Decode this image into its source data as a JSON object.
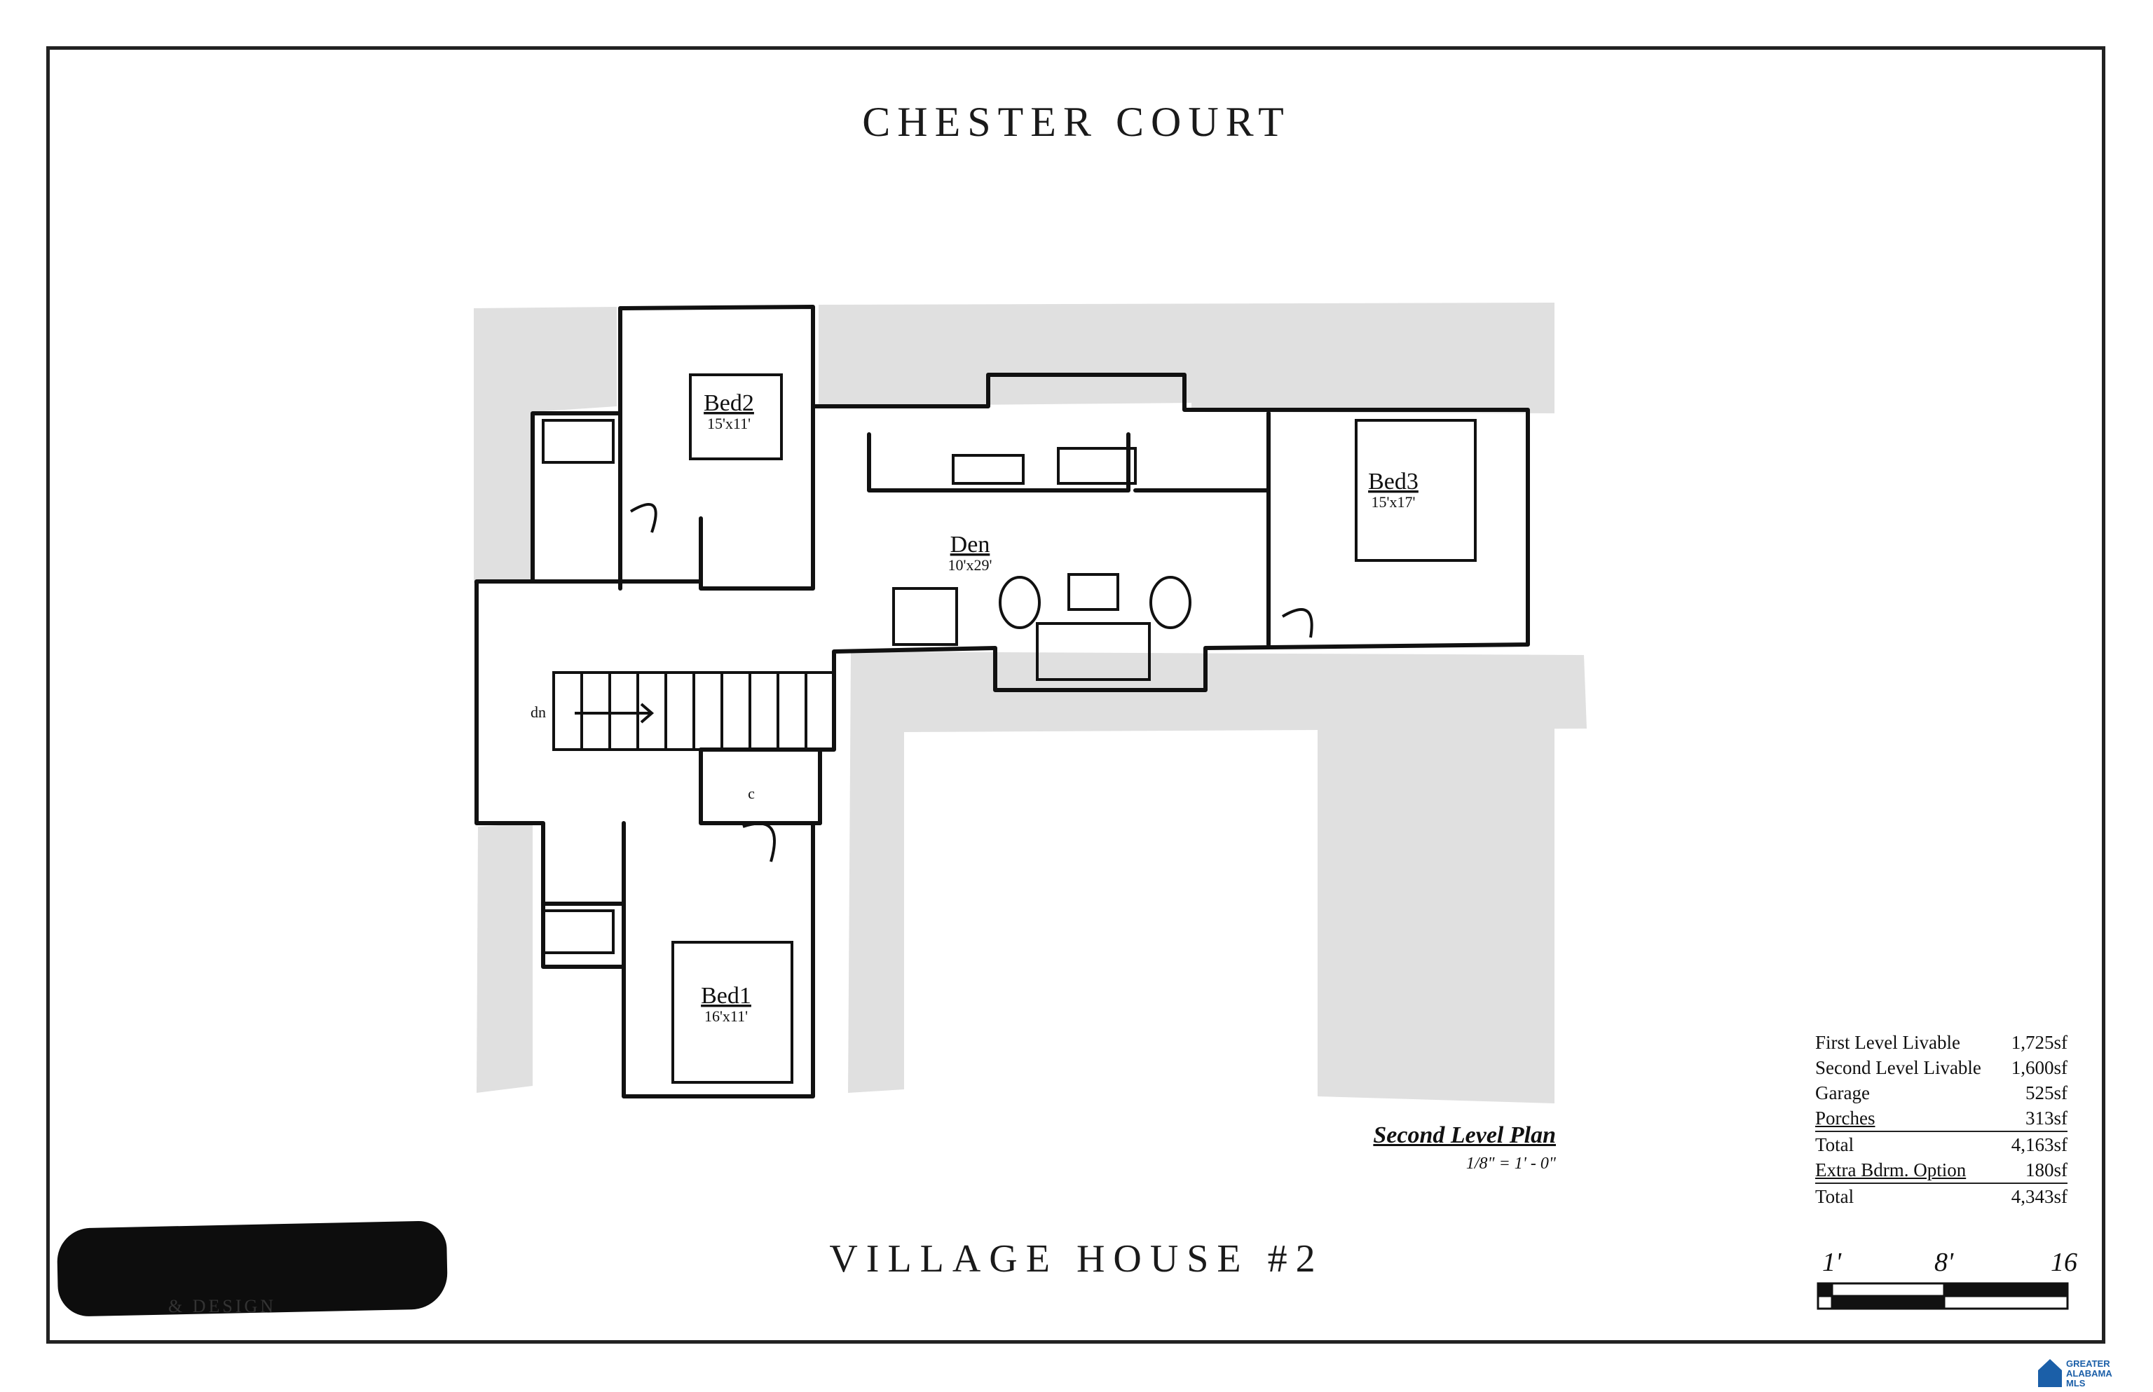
{
  "header": {
    "title": "CHESTER COURT"
  },
  "footer": {
    "title": "VILLAGE HOUSE #2"
  },
  "plan": {
    "title": "Second Level Plan",
    "scale": "1/8\" = 1' - 0\"",
    "rooms": [
      {
        "name": "Bed2",
        "dims": "15'x11'"
      },
      {
        "name": "Bed3",
        "dims": "15'x17'"
      },
      {
        "name": "Den",
        "dims": "10'x29'"
      },
      {
        "name": "Bed1",
        "dims": "16'x11'"
      }
    ],
    "labels": {
      "stairs": "dn",
      "closet": "c"
    }
  },
  "areas": [
    {
      "label": "First Level Livable",
      "value": "1,725sf"
    },
    {
      "label": "Second Level Livable",
      "value": "1,600sf"
    },
    {
      "label": "Garage",
      "value": "525sf"
    },
    {
      "label": "Porches",
      "value": "313sf"
    },
    {
      "label": "Total",
      "value": "4,163sf"
    },
    {
      "label": "Extra Bdrm. Option",
      "value": "180sf"
    },
    {
      "label": "Total",
      "value": "4,343sf"
    }
  ],
  "scale_bar": {
    "labels": [
      "1'",
      "8'",
      "16"
    ]
  },
  "logo": {
    "subtitle": "& DESIGN"
  },
  "badge": {
    "line1": "GREATER",
    "line2": "ALABAMA",
    "line3": "MLS"
  }
}
